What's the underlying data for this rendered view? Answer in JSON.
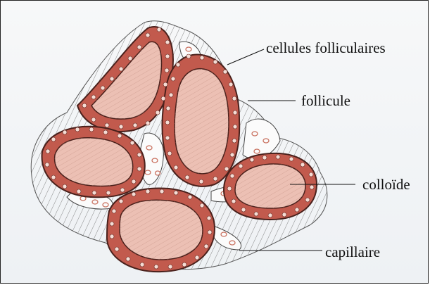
{
  "labels": {
    "cellules_folliculaires": "cellules folliculaires",
    "follicule": "follicule",
    "colloide": "colloïde",
    "capillaire": "capillaire"
  },
  "colors": {
    "cell": "#c0584c",
    "cell_border": "#5a2a24",
    "nucleus": "#f2d7cf",
    "colloid": "#ebbdb2",
    "stroma": "#4d4d4d",
    "rbc": "#d9927f"
  }
}
